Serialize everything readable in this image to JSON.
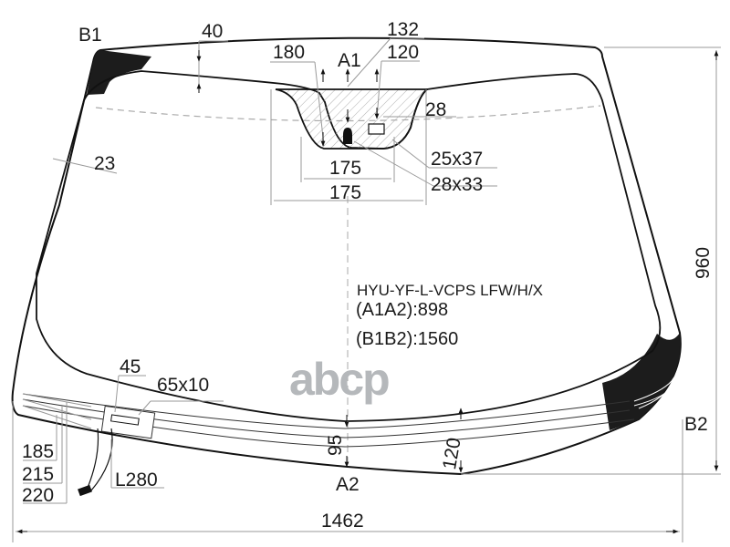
{
  "diagram": {
    "title": "Windshield dimension drawing",
    "part_code": "HYU-YF-L-VCPS LFW/H/X",
    "a1a2": "(A1A2):898",
    "b1b2": "(B1B2):1560",
    "watermark": "abcp",
    "points": {
      "b1": "B1",
      "b2": "B2",
      "a1": "A1",
      "a2": "A2"
    },
    "dimensions": {
      "top_band": "40",
      "side_band": "23",
      "sensor_area_height_left": "180",
      "sensor_area_height_center": "132",
      "sensor_area_height_right": "120",
      "sensor_offset": "28",
      "sensor_rect_1": "25x37",
      "sensor_rect_2": "28x33",
      "sensor_width_inner": "175",
      "sensor_width_outer": "175",
      "overall_height": "960",
      "overall_width": "1462",
      "bottom_center_band": "95",
      "bottom_right_band": "120",
      "connector_offset": "45",
      "connector_size": "65x10",
      "heater_line_1": "185",
      "heater_line_2": "215",
      "heater_line_3": "220",
      "cable_length": "L280"
    },
    "colors": {
      "outline": "#111111",
      "dimension_line": "#999999",
      "frit": "#1c1c1c",
      "watermark": "#b5b8bb"
    }
  }
}
